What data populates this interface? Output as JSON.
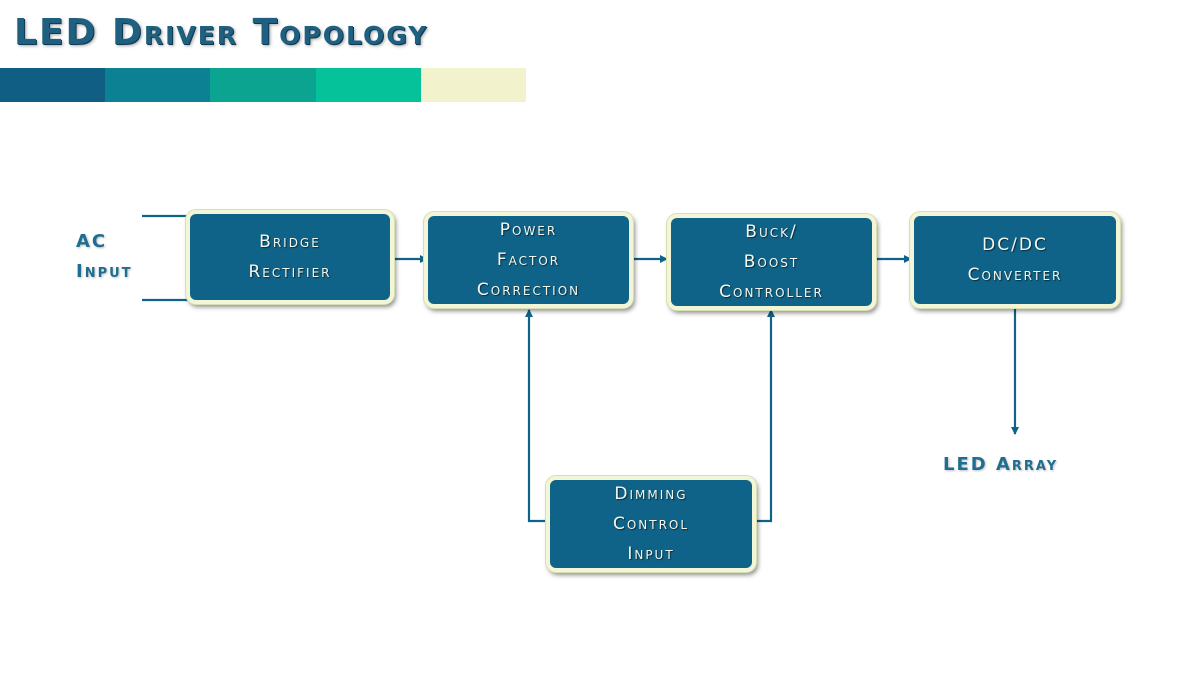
{
  "title": "LED Driver Topology",
  "stripe_colors": [
    "#105e84",
    "#0b8193",
    "#0aa491",
    "#05c29b",
    "#f2f3cc"
  ],
  "colors": {
    "block_fill": "#0f6389",
    "block_border": "#f2f5d6",
    "connector": "#0f6389",
    "title": "#1f5f80"
  },
  "blocks": {
    "bridge_rectifier": "Bridge\nRectifier",
    "power_factor_correction": "Power\nFactor\nCorrection",
    "buck_boost_controller": "Buck/\nBoost\nController",
    "dc_dc_converter": "DC/DC\nConverter",
    "dimming_control_input": "Dimming\nControl\nInput"
  },
  "labels": {
    "ac_input": "AC\nInput",
    "led_array": "LED Array"
  }
}
